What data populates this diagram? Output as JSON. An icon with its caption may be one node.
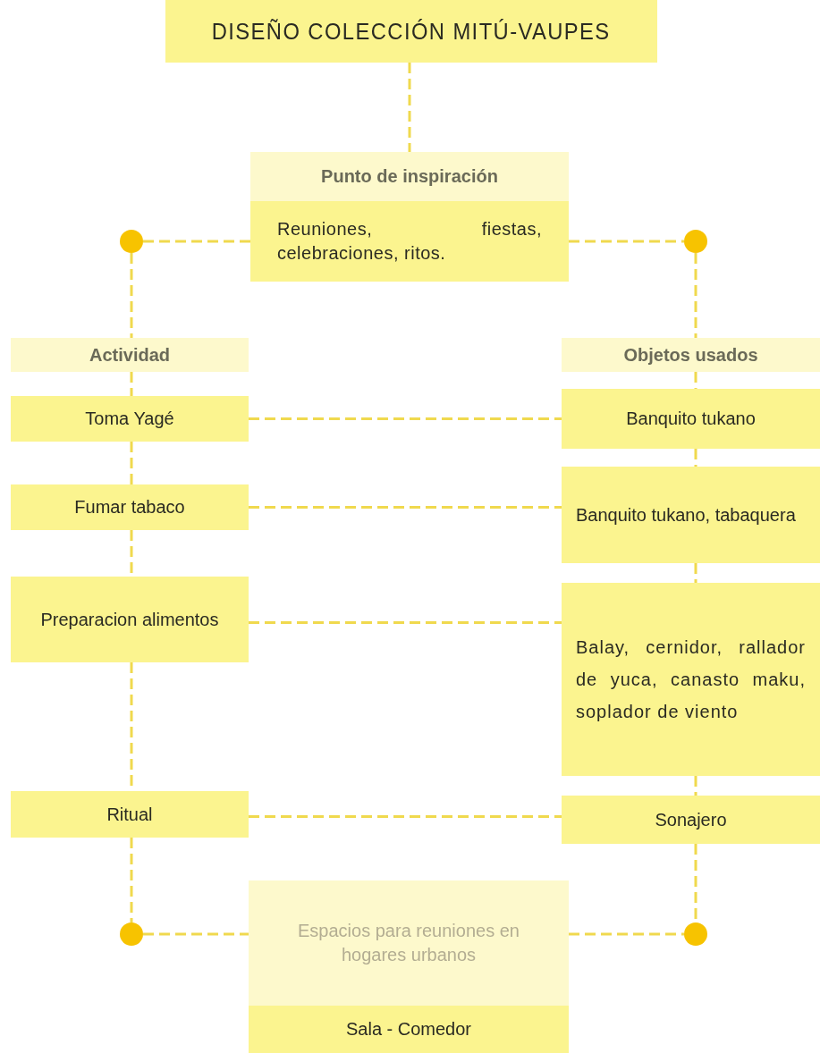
{
  "diagram": {
    "nodes": [
      {
        "text": [
          "DISEÑO COLECCIÓN MITÚ-VAUPES"
        ]
      },
      {
        "text": [
          "Punto de inspiración",
          "Reuniones, fiestas, celebraciones, ritos."
        ]
      },
      {
        "text": [],
        "shape": "circle"
      },
      {
        "text": [],
        "shape": "circle"
      },
      {
        "text": [
          "Actividad"
        ]
      },
      {
        "text": [
          "Toma Yagé"
        ]
      },
      {
        "text": [
          "Fumar tabaco"
        ]
      },
      {
        "text": [
          "Preparacion alimentos"
        ]
      },
      {
        "text": [
          "Ritual"
        ]
      },
      {
        "text": [
          "Objetos usados"
        ]
      },
      {
        "text": [
          "Banquito tukano"
        ]
      },
      {
        "text": [
          "Banquito tukano, tabaquera"
        ]
      },
      {
        "text": [
          "Balay, cernidor, rallador de yuca, canasto maku, soplador de viento"
        ]
      },
      {
        "text": [
          "Sonajero"
        ]
      },
      {
        "text": [],
        "shape": "circle"
      },
      {
        "text": [],
        "shape": "circle"
      },
      {
        "text": [
          "Espacios para reuniones en hogares urbanos",
          "Sala - Comedor"
        ]
      }
    ],
    "edges": [
      {
        "from": 0,
        "to": 1,
        "arrow": "none",
        "style": "dashed"
      },
      {
        "from": 1,
        "to": 2,
        "arrow": "none",
        "style": "dashed"
      },
      {
        "from": 1,
        "to": 3,
        "arrow": "none",
        "style": "dashed"
      },
      {
        "from": 2,
        "to": 4,
        "arrow": "none",
        "style": "dashed"
      },
      {
        "from": 4,
        "to": 5,
        "arrow": "none",
        "style": "dashed"
      },
      {
        "from": 5,
        "to": 6,
        "arrow": "none",
        "style": "dashed"
      },
      {
        "from": 6,
        "to": 7,
        "arrow": "none",
        "style": "dashed"
      },
      {
        "from": 7,
        "to": 8,
        "arrow": "none",
        "style": "dashed"
      },
      {
        "from": 8,
        "to": 14,
        "arrow": "none",
        "style": "dashed"
      },
      {
        "from": 3,
        "to": 9,
        "arrow": "none",
        "style": "dashed"
      },
      {
        "from": 9,
        "to": 10,
        "arrow": "none",
        "style": "dashed"
      },
      {
        "from": 10,
        "to": 11,
        "arrow": "none",
        "style": "dashed"
      },
      {
        "from": 11,
        "to": 12,
        "arrow": "none",
        "style": "dashed"
      },
      {
        "from": 12,
        "to": 13,
        "arrow": "none",
        "style": "dashed"
      },
      {
        "from": 13,
        "to": 15,
        "arrow": "none",
        "style": "dashed"
      },
      {
        "from": 5,
        "to": 10,
        "arrow": "none",
        "style": "dashed"
      },
      {
        "from": 6,
        "to": 11,
        "arrow": "none",
        "style": "dashed"
      },
      {
        "from": 7,
        "to": 12,
        "arrow": "none",
        "style": "dashed"
      },
      {
        "from": 8,
        "to": 13,
        "arrow": "none",
        "style": "dashed"
      },
      {
        "from": 14,
        "to": 16,
        "arrow": "none",
        "style": "dashed"
      },
      {
        "from": 16,
        "to": 15,
        "arrow": "none",
        "style": "dashed"
      }
    ]
  }
}
